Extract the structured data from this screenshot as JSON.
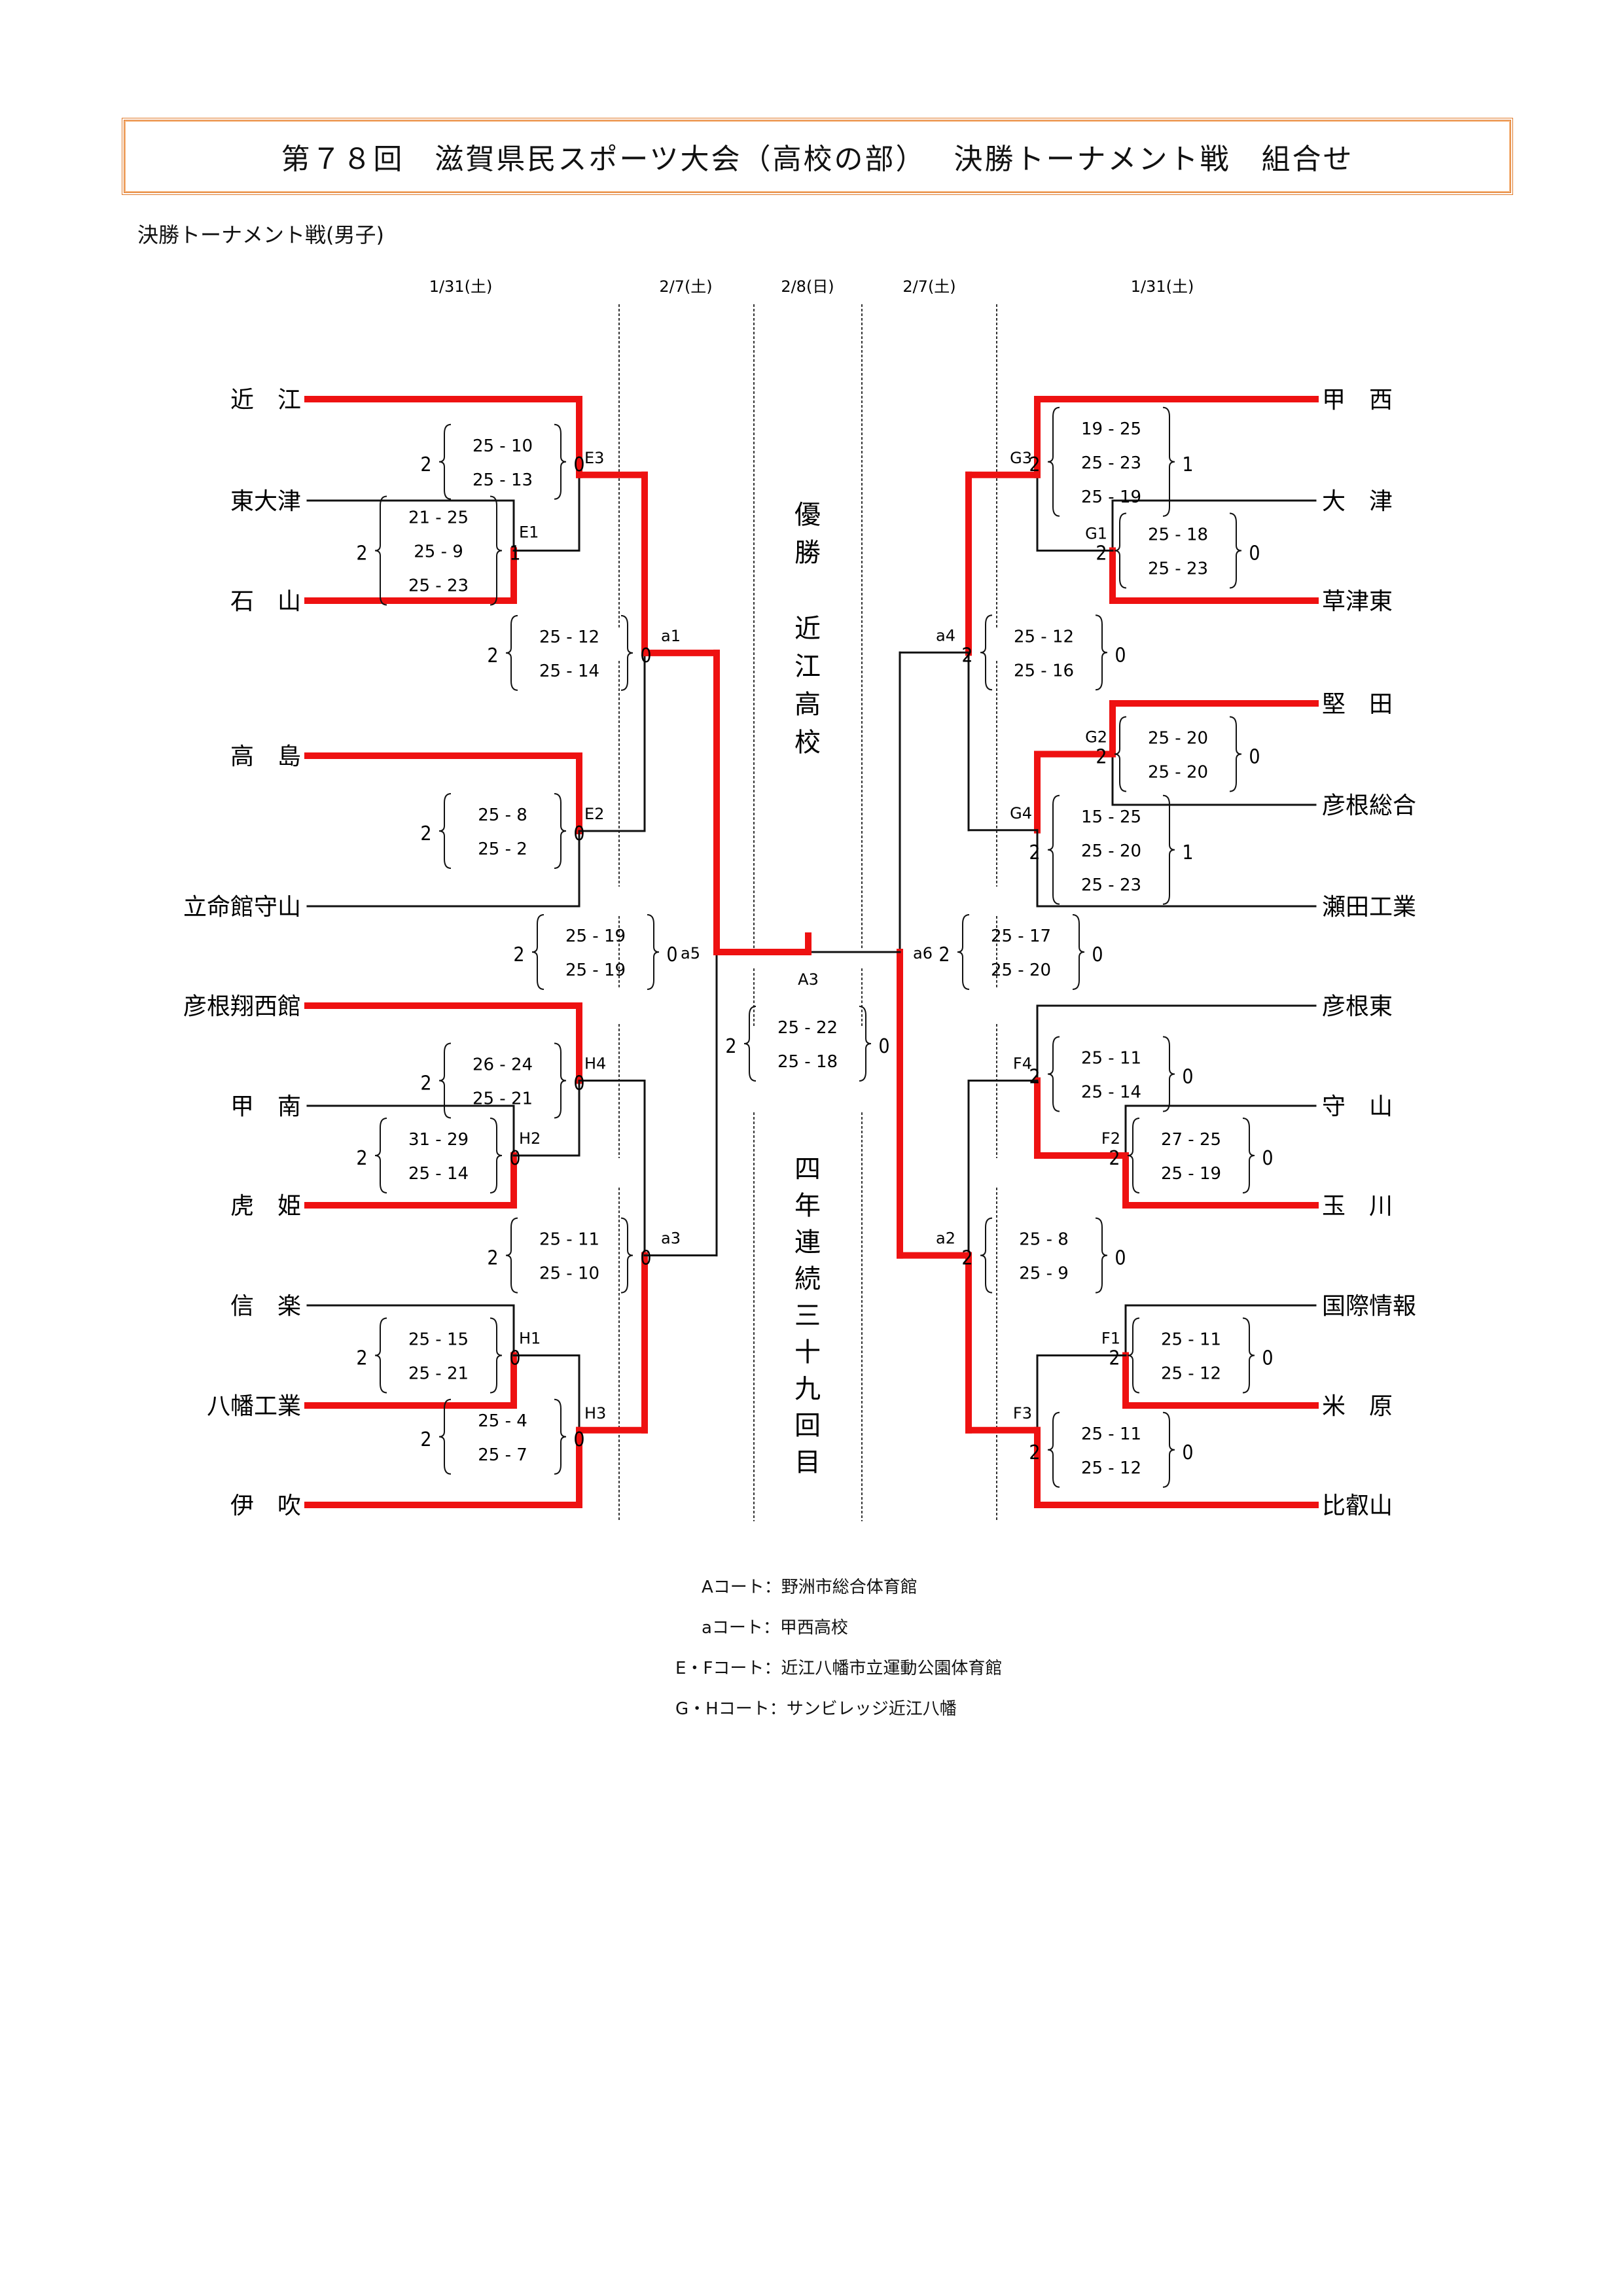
{
  "title": "第７８回　滋賀県民スポーツ大会（高校の部）　 決勝トーナメント戦　組合せ",
  "subtitle": "決勝トーナメント戦(男子)",
  "dates": {
    "left_r1": "1/31(土)",
    "left_r3": "2/7(土)",
    "final": "2/8(日)",
    "right_r3": "2/7(土)",
    "right_r1": "1/31(土)"
  },
  "champion_text": [
    "優",
    "勝",
    "",
    "近",
    "江",
    "高",
    "校"
  ],
  "streak_text": [
    "四",
    "年",
    "連",
    "続",
    "三",
    "十",
    "九",
    "回",
    "目"
  ],
  "colors": {
    "winner_line": "#ee1111",
    "line": "#111111",
    "title_border": "#e07a2a"
  },
  "left_teams": [
    "近　江",
    "東大津",
    "石　山",
    "高　島",
    "立命館守山",
    "彦根翔西館",
    "甲　南",
    "虎　姫",
    "信　楽",
    "八幡工業",
    "伊　吹"
  ],
  "right_teams": [
    "甲　西",
    "大　津",
    "草津東",
    "堅　田",
    "彦根総合",
    "瀬田工業",
    "彦根東",
    "守　山",
    "玉　川",
    "国際情報",
    "米　原",
    "比叡山"
  ],
  "matches": [
    {
      "code": "E1",
      "side": "left",
      "top": "東大津",
      "bottom": "石　山",
      "winner": "bottom",
      "sets_won": 2,
      "sets_lost": 1,
      "sets": [
        "21 - 25",
        "25 -  9",
        "25 - 23"
      ]
    },
    {
      "code": "E3",
      "side": "left",
      "top": "近　江",
      "bottom": "E1勝者",
      "winner": "top",
      "sets_won": 2,
      "sets_lost": 0,
      "sets": [
        "25 - 10",
        "25 - 13"
      ]
    },
    {
      "code": "E2",
      "side": "left",
      "top": "高　島",
      "bottom": "立命館守山",
      "winner": "top",
      "sets_won": 2,
      "sets_lost": 0,
      "sets": [
        "25 -  8",
        "25 -  2"
      ]
    },
    {
      "code": "a1",
      "side": "left",
      "top": "E3勝者",
      "bottom": "E2勝者",
      "winner": "top",
      "sets_won": 2,
      "sets_lost": 0,
      "sets": [
        "25 - 12",
        "25 - 14"
      ]
    },
    {
      "code": "H2",
      "side": "left",
      "top": "甲　南",
      "bottom": "虎　姫",
      "winner": "bottom",
      "sets_won": 2,
      "sets_lost": 0,
      "sets": [
        "31 - 29",
        "25 - 14"
      ]
    },
    {
      "code": "H4",
      "side": "left",
      "top": "彦根翔西館",
      "bottom": "H2勝者",
      "winner": "top",
      "sets_won": 2,
      "sets_lost": 0,
      "sets": [
        "26 - 24",
        "25 - 21"
      ]
    },
    {
      "code": "H1",
      "side": "left",
      "top": "信　楽",
      "bottom": "八幡工業",
      "winner": "bottom",
      "sets_won": 2,
      "sets_lost": 0,
      "sets": [
        "25 - 15",
        "25 - 21"
      ]
    },
    {
      "code": "H3",
      "side": "left",
      "top": "H1勝者",
      "bottom": "伊　吹",
      "winner": "bottom",
      "sets_won": 2,
      "sets_lost": 0,
      "sets": [
        "25 -  4",
        "25 -  7"
      ]
    },
    {
      "code": "a3",
      "side": "left",
      "top": "H4勝者",
      "bottom": "H3勝者",
      "winner": "bottom",
      "sets_won": 2,
      "sets_lost": 0,
      "sets": [
        "25 - 11",
        "25 - 10"
      ]
    },
    {
      "code": "a5",
      "side": "left",
      "top": "a1勝者",
      "bottom": "a3勝者",
      "winner": "top",
      "sets_won": 2,
      "sets_lost": 0,
      "sets": [
        "25 - 19",
        "25 - 19"
      ]
    },
    {
      "code": "G1",
      "side": "right",
      "top": "大　津",
      "bottom": "草津東",
      "winner": "bottom",
      "sets_won": 2,
      "sets_lost": 0,
      "sets": [
        "25 - 18",
        "25 - 23"
      ]
    },
    {
      "code": "G3",
      "side": "right",
      "top": "甲　西",
      "bottom": "G1勝者",
      "winner": "top",
      "sets_won": 2,
      "sets_lost": 1,
      "sets": [
        "19 - 25",
        "25 - 23",
        "25 - 19"
      ]
    },
    {
      "code": "G2",
      "side": "right",
      "top": "堅　田",
      "bottom": "彦根総合",
      "winner": "top",
      "sets_won": 2,
      "sets_lost": 0,
      "sets": [
        "25 - 20",
        "25 - 20"
      ]
    },
    {
      "code": "G4",
      "side": "right",
      "top": "G2勝者",
      "bottom": "瀬田工業",
      "winner": "top",
      "sets_won": 2,
      "sets_lost": 1,
      "sets": [
        "15 - 25",
        "25 - 20",
        "25 - 23"
      ]
    },
    {
      "code": "a4",
      "side": "right",
      "top": "G3勝者",
      "bottom": "G4勝者",
      "winner": "top",
      "sets_won": 2,
      "sets_lost": 0,
      "sets": [
        "25 - 12",
        "25 - 16"
      ]
    },
    {
      "code": "F2",
      "side": "right",
      "top": "守　山",
      "bottom": "玉　川",
      "winner": "bottom",
      "sets_won": 2,
      "sets_lost": 0,
      "sets": [
        "27 - 25",
        "25 - 19"
      ]
    },
    {
      "code": "F4",
      "side": "right",
      "top": "彦根東",
      "bottom": "F2勝者",
      "winner": "bottom",
      "sets_won": 2,
      "sets_lost": 0,
      "sets": [
        "25 - 11",
        "25 - 14"
      ]
    },
    {
      "code": "F1",
      "side": "right",
      "top": "国際情報",
      "bottom": "米　原",
      "winner": "bottom",
      "sets_won": 2,
      "sets_lost": 0,
      "sets": [
        "25 - 11",
        "25 - 12"
      ]
    },
    {
      "code": "F3",
      "side": "right",
      "top": "F1勝者",
      "bottom": "比叡山",
      "winner": "bottom",
      "sets_won": 2,
      "sets_lost": 0,
      "sets": [
        "25 - 11",
        "25 - 12"
      ]
    },
    {
      "code": "a2",
      "side": "right",
      "top": "F4勝者",
      "bottom": "F3勝者",
      "winner": "bottom",
      "sets_won": 2,
      "sets_lost": 0,
      "sets": [
        "25 -  8",
        "25 -  9"
      ]
    },
    {
      "code": "a6",
      "side": "right",
      "top": "a4勝者",
      "bottom": "a2勝者",
      "winner": "bottom",
      "sets_won": 2,
      "sets_lost": 0,
      "sets": [
        "25 - 17",
        "25 - 20"
      ]
    },
    {
      "code": "A3",
      "side": "final",
      "top": "a5勝者",
      "bottom": "a6勝者",
      "winner": "top",
      "sets_won": 2,
      "sets_lost": 0,
      "sets": [
        "25  -  22",
        "25  -  18"
      ]
    }
  ],
  "champion": "近江高校",
  "legend": [
    "Aコート：野洲市総合体育館",
    "aコート：甲西高校",
    "E・Fコート：近江八幡市立運動公園体育館",
    "G・Hコート：サンビレッジ近江八幡"
  ]
}
